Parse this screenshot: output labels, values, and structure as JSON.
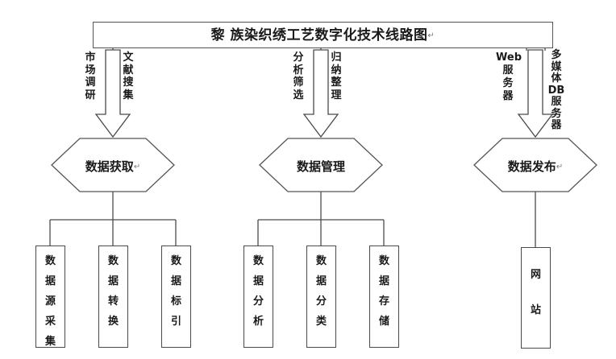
{
  "document": {
    "title_text": "黎 族染织绣工艺数字化技术线路图",
    "title_mark": "↵",
    "background_color": "#ffffff",
    "line_color": "#4a4a4a"
  },
  "branches": {
    "left": {
      "arrow_labels": [
        {
          "text": "市\n场\n调\n研",
          "mark": "↵",
          "name": "market-research"
        },
        {
          "text": "文\n献\n搜\n集",
          "mark": "↵",
          "name": "literature-collection"
        }
      ],
      "node": {
        "label": "数据获取",
        "mark": "↵"
      },
      "leaves": [
        {
          "text": "数\n据\n源\n采\n集",
          "mark": "↵"
        },
        {
          "text": "数\n据\n转\n换",
          "mark": "↵"
        },
        {
          "text": "数\n据\n标\n引",
          "mark": "↵"
        }
      ]
    },
    "middle": {
      "arrow_labels": [
        {
          "text": "分\n析\n筛\n选",
          "mark": "↵",
          "name": "analysis-screening"
        },
        {
          "text": "归\n纳\n整\n理",
          "mark": "↵",
          "name": "induction-organization"
        }
      ],
      "node": {
        "label": "数据管理",
        "mark": ""
      },
      "leaves": [
        {
          "text": "数\n据\n分\n析",
          "mark": "↵"
        },
        {
          "text": "数\n据\n分\n类",
          "mark": "↵"
        },
        {
          "text": "数\n据\n存\n储",
          "mark": "↵"
        }
      ]
    },
    "right": {
      "arrow_labels": [
        {
          "text": "Web\n服\n务\n器",
          "mark": "↵",
          "name": "web-server"
        },
        {
          "text": "多\n媒\n体\nDB\n服\n务\n器",
          "mark": "↵",
          "name": "multimedia-db-server"
        }
      ],
      "node": {
        "label": "数据发布",
        "mark": "↵"
      },
      "leaves": [
        {
          "text": "网\n站",
          "mark": "↵"
        }
      ]
    }
  }
}
